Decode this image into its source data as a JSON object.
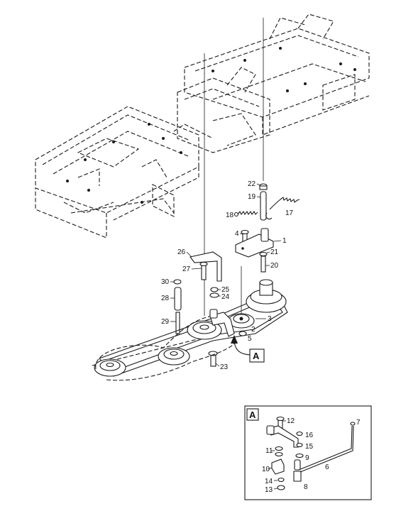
{
  "callout": "A",
  "detail": {
    "title": "A",
    "labels": [
      "12",
      "7",
      "16",
      "15",
      "9",
      "11",
      "6",
      "10",
      "14",
      "13",
      "8"
    ]
  },
  "main_labels": [
    "22",
    "19",
    "17",
    "18",
    "4",
    "1",
    "26",
    "21",
    "20",
    "27",
    "30",
    "25",
    "24",
    "28",
    "29",
    "3",
    "2",
    "5",
    "23"
  ]
}
